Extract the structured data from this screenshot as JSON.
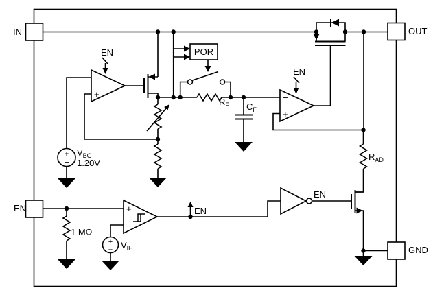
{
  "diagram": {
    "pins": {
      "in": "IN",
      "out": "OUT",
      "en": "EN",
      "gnd": "GND"
    },
    "por_label": "POR",
    "enable_labels": {
      "amp1": "EN",
      "amp2": "EN",
      "signal": "EN",
      "inverted": "EN"
    },
    "components": {
      "rf": {
        "base": "R",
        "sub": "F"
      },
      "cf": {
        "base": "C",
        "sub": "F"
      },
      "rad": {
        "base": "R",
        "sub": "AD"
      },
      "vbg": {
        "base": "V",
        "sub": "BG",
        "value": "1.20V"
      },
      "vih": {
        "base": "V",
        "sub": "IH"
      },
      "pulldown": "1 MΩ"
    },
    "polarity": {
      "plus": "+",
      "minus": "−"
    },
    "colors": {
      "line": "#000000",
      "background": "#ffffff"
    }
  }
}
